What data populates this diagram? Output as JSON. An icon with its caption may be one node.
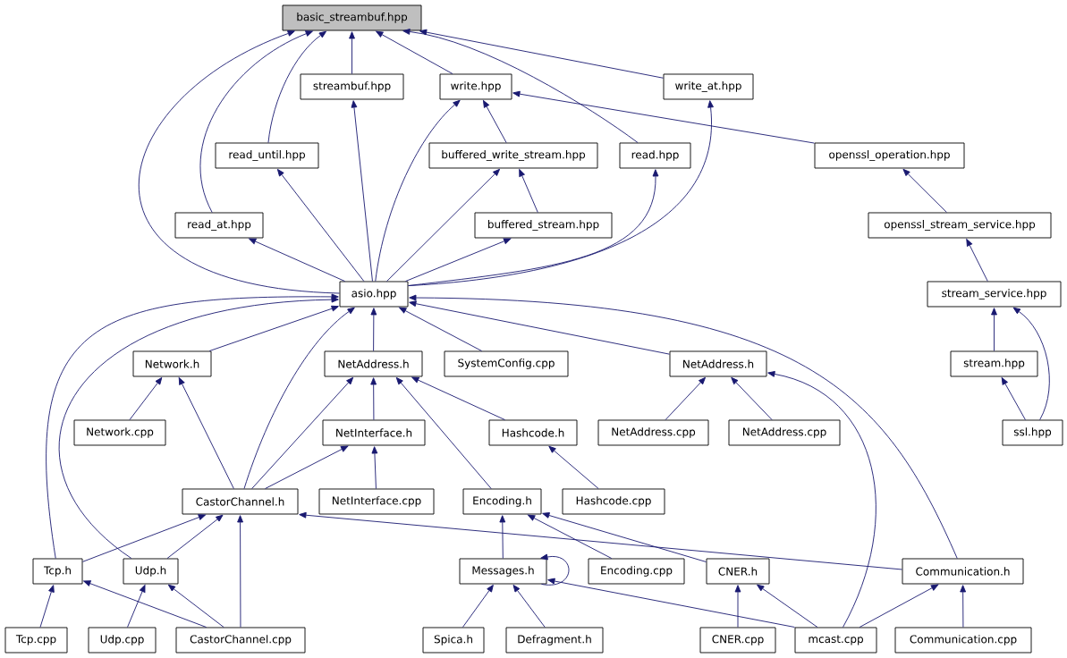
{
  "diagram": {
    "nodes": [
      {
        "text": [
          "basic_streambuf.hpp"
        ]
      },
      {
        "text": [
          "streambuf.hpp"
        ]
      },
      {
        "text": [
          "write.hpp"
        ]
      },
      {
        "text": [
          "write_at.hpp"
        ]
      },
      {
        "text": [
          "read_until.hpp"
        ]
      },
      {
        "text": [
          "buffered_write_stream.hpp"
        ]
      },
      {
        "text": [
          "read.hpp"
        ]
      },
      {
        "text": [
          "openssl_operation.hpp"
        ]
      },
      {
        "text": [
          "read_at.hpp"
        ]
      },
      {
        "text": [
          "buffered_stream.hpp"
        ]
      },
      {
        "text": [
          "openssl_stream_service.hpp"
        ]
      },
      {
        "text": [
          "asio.hpp"
        ]
      },
      {
        "text": [
          "stream_service.hpp"
        ]
      },
      {
        "text": [
          "Network.h"
        ]
      },
      {
        "text": [
          "NetAddress.h"
        ]
      },
      {
        "text": [
          "SystemConfig.cpp"
        ]
      },
      {
        "text": [
          "NetAddress.h"
        ]
      },
      {
        "text": [
          "stream.hpp"
        ]
      },
      {
        "text": [
          "Network.cpp"
        ]
      },
      {
        "text": [
          "NetInterface.h"
        ]
      },
      {
        "text": [
          "Hashcode.h"
        ]
      },
      {
        "text": [
          "NetAddress.cpp"
        ]
      },
      {
        "text": [
          "NetAddress.cpp"
        ]
      },
      {
        "text": [
          "ssl.hpp"
        ]
      },
      {
        "text": [
          "CastorChannel.h"
        ]
      },
      {
        "text": [
          "NetInterface.cpp"
        ]
      },
      {
        "text": [
          "Encoding.h"
        ]
      },
      {
        "text": [
          "Hashcode.cpp"
        ]
      },
      {
        "text": [
          "Tcp.h"
        ]
      },
      {
        "text": [
          "Udp.h"
        ]
      },
      {
        "text": [
          "Messages.h"
        ]
      },
      {
        "text": [
          "Encoding.cpp"
        ]
      },
      {
        "text": [
          "CNER.h"
        ]
      },
      {
        "text": [
          "Communication.h"
        ]
      },
      {
        "text": [
          "Tcp.cpp"
        ]
      },
      {
        "text": [
          "Udp.cpp"
        ]
      },
      {
        "text": [
          "CastorChannel.cpp"
        ]
      },
      {
        "text": [
          "Spica.h"
        ]
      },
      {
        "text": [
          "Defragment.h"
        ]
      },
      {
        "text": [
          "CNER.cpp"
        ]
      },
      {
        "text": [
          "mcast.cpp"
        ]
      },
      {
        "text": [
          "Communication.cpp"
        ]
      }
    ],
    "edges": [
      {
        "from": 11,
        "to": 0,
        "arrow": "to"
      },
      {
        "from": 8,
        "to": 0,
        "arrow": "to"
      },
      {
        "from": 4,
        "to": 0,
        "arrow": "to"
      },
      {
        "from": 1,
        "to": 0,
        "arrow": "to"
      },
      {
        "from": 2,
        "to": 0,
        "arrow": "to"
      },
      {
        "from": 6,
        "to": 0,
        "arrow": "to"
      },
      {
        "from": 3,
        "to": 0,
        "arrow": "to"
      },
      {
        "from": 11,
        "to": 1,
        "arrow": "to"
      },
      {
        "from": 11,
        "to": 2,
        "arrow": "to"
      },
      {
        "from": 5,
        "to": 2,
        "arrow": "to"
      },
      {
        "from": 7,
        "to": 2,
        "arrow": "to"
      },
      {
        "from": 11,
        "to": 3,
        "arrow": "to"
      },
      {
        "from": 11,
        "to": 4,
        "arrow": "to"
      },
      {
        "from": 11,
        "to": 5,
        "arrow": "to"
      },
      {
        "from": 9,
        "to": 5,
        "arrow": "to"
      },
      {
        "from": 11,
        "to": 6,
        "arrow": "to"
      },
      {
        "from": 10,
        "to": 7,
        "arrow": "to"
      },
      {
        "from": 11,
        "to": 8,
        "arrow": "to"
      },
      {
        "from": 11,
        "to": 9,
        "arrow": "to"
      },
      {
        "from": 12,
        "to": 10,
        "arrow": "to"
      },
      {
        "from": 13,
        "to": 11,
        "arrow": "to"
      },
      {
        "from": 14,
        "to": 11,
        "arrow": "to"
      },
      {
        "from": 15,
        "to": 11,
        "arrow": "to"
      },
      {
        "from": 16,
        "to": 11,
        "arrow": "to"
      },
      {
        "from": 24,
        "to": 11,
        "arrow": "to"
      },
      {
        "from": 28,
        "to": 11,
        "arrow": "to"
      },
      {
        "from": 29,
        "to": 11,
        "arrow": "to"
      },
      {
        "from": 33,
        "to": 11,
        "arrow": "to"
      },
      {
        "from": 17,
        "to": 12,
        "arrow": "to"
      },
      {
        "from": 23,
        "to": 12,
        "arrow": "to"
      },
      {
        "from": 18,
        "to": 13,
        "arrow": "to"
      },
      {
        "from": 24,
        "to": 13,
        "arrow": "to"
      },
      {
        "from": 19,
        "to": 14,
        "arrow": "to"
      },
      {
        "from": 24,
        "to": 14,
        "arrow": "to"
      },
      {
        "from": 26,
        "to": 14,
        "arrow": "to"
      },
      {
        "from": 20,
        "to": 14,
        "arrow": "to"
      },
      {
        "from": 21,
        "to": 16,
        "arrow": "to"
      },
      {
        "from": 22,
        "to": 16,
        "arrow": "to"
      },
      {
        "from": 40,
        "to": 16,
        "arrow": "to"
      },
      {
        "from": 23,
        "to": 17,
        "arrow": "to"
      },
      {
        "from": 24,
        "to": 19,
        "arrow": "to"
      },
      {
        "from": 25,
        "to": 19,
        "arrow": "to"
      },
      {
        "from": 27,
        "to": 20,
        "arrow": "to"
      },
      {
        "from": 28,
        "to": 24,
        "arrow": "to"
      },
      {
        "from": 29,
        "to": 24,
        "arrow": "to"
      },
      {
        "from": 36,
        "to": 24,
        "arrow": "to"
      },
      {
        "from": 33,
        "to": 24,
        "arrow": "to"
      },
      {
        "from": 30,
        "to": 26,
        "arrow": "to"
      },
      {
        "from": 31,
        "to": 26,
        "arrow": "to"
      },
      {
        "from": 32,
        "to": 26,
        "arrow": "to"
      },
      {
        "from": 34,
        "to": 28,
        "arrow": "to"
      },
      {
        "from": 36,
        "to": 28,
        "arrow": "to"
      },
      {
        "from": 35,
        "to": 29,
        "arrow": "to"
      },
      {
        "from": 36,
        "to": 29,
        "arrow": "to"
      },
      {
        "from": 30,
        "to": 30,
        "arrow": "to"
      },
      {
        "from": 37,
        "to": 30,
        "arrow": "to"
      },
      {
        "from": 38,
        "to": 30,
        "arrow": "to"
      },
      {
        "from": 40,
        "to": 30,
        "arrow": "to"
      },
      {
        "from": 39,
        "to": 32,
        "arrow": "to"
      },
      {
        "from": 40,
        "to": 32,
        "arrow": "to"
      },
      {
        "from": 40,
        "to": 33,
        "arrow": "to"
      },
      {
        "from": 41,
        "to": 33,
        "arrow": "to"
      }
    ]
  }
}
